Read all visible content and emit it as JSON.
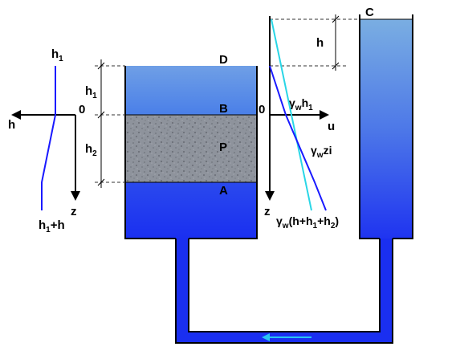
{
  "labels": {
    "C": "C",
    "D": "D",
    "B": "B",
    "A": "A",
    "P": "P",
    "h": "h",
    "h_left_axis": "h",
    "h1_top": "h",
    "h1_top_sub": "1",
    "h1_dim": "h",
    "h1_dim_sub": "1",
    "h2_dim": "h",
    "h2_dim_sub": "2",
    "bottom_left_h": "h",
    "bottom_left_sub": "1",
    "bottom_left_tail": "+h",
    "zero_left": "0",
    "zero_right": "0",
    "z_left": "z",
    "z_right": "z",
    "u": "u",
    "gw_h1_g": "γ",
    "gw_h1_w": "w",
    "gw_h1_h": "h",
    "gw_h1_1": "1",
    "gwzi_g": "γ",
    "gwzi_w": "w",
    "gwzi_tail": "zi",
    "gwbot_g": "γ",
    "gwbot_w": "w",
    "gwbot_a": "(h+h",
    "gwbot_1": "1",
    "gwbot_b": "+h",
    "gwbot_2": "2",
    "gwbot_c": ")"
  },
  "colors": {
    "water_top": "#6f9fe6",
    "water_bottom": "#1a2ff0",
    "soil": "#8e939c",
    "standpipe_top": "#74a6e0",
    "outline": "#000000",
    "pressure_line": "#1a1aff",
    "gradient_line": "#29d6e6",
    "flow_arrow": "#29c4f0"
  }
}
